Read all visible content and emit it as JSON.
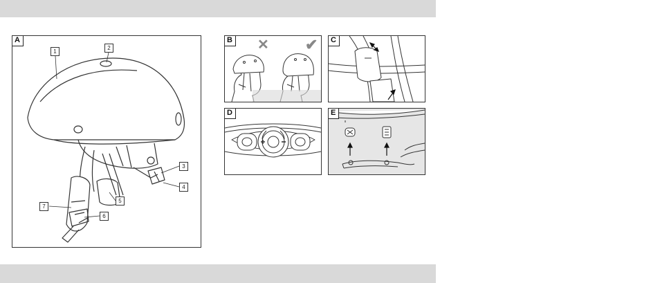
{
  "panels": {
    "a": {
      "label": "A"
    },
    "b": {
      "label": "B"
    },
    "c": {
      "label": "C"
    },
    "d": {
      "label": "D"
    },
    "e": {
      "label": "E"
    }
  },
  "callouts": [
    "1",
    "2",
    "3",
    "4",
    "5",
    "6",
    "7"
  ],
  "colors": {
    "band": "#d9d9d9",
    "line": "#333333",
    "shade": "#e6e6e6",
    "wrong": "#888888",
    "right": "#888888"
  },
  "icons": {
    "wrong": "cross-mark-icon",
    "right": "check-mark-icon"
  }
}
